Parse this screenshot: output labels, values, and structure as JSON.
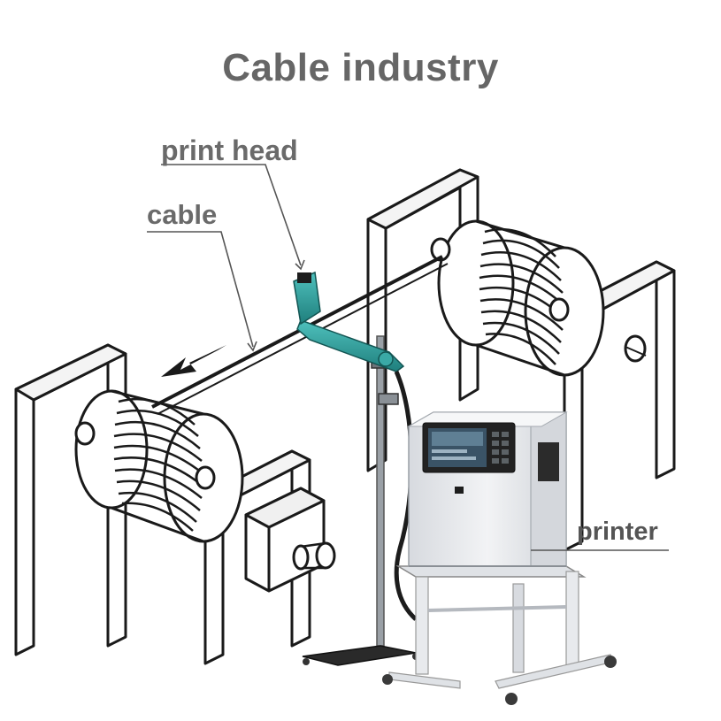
{
  "diagram": {
    "title": "Cable industry",
    "labels": {
      "print_head": "print head",
      "cable": "cable",
      "printer": "printer"
    }
  },
  "colors": {
    "line_art": "#1a1a1a",
    "label_text": "#6a6a6a",
    "print_head_arm": "#2f9c9a",
    "screen": "#3a5366",
    "machine_body": "#e9ebee"
  }
}
